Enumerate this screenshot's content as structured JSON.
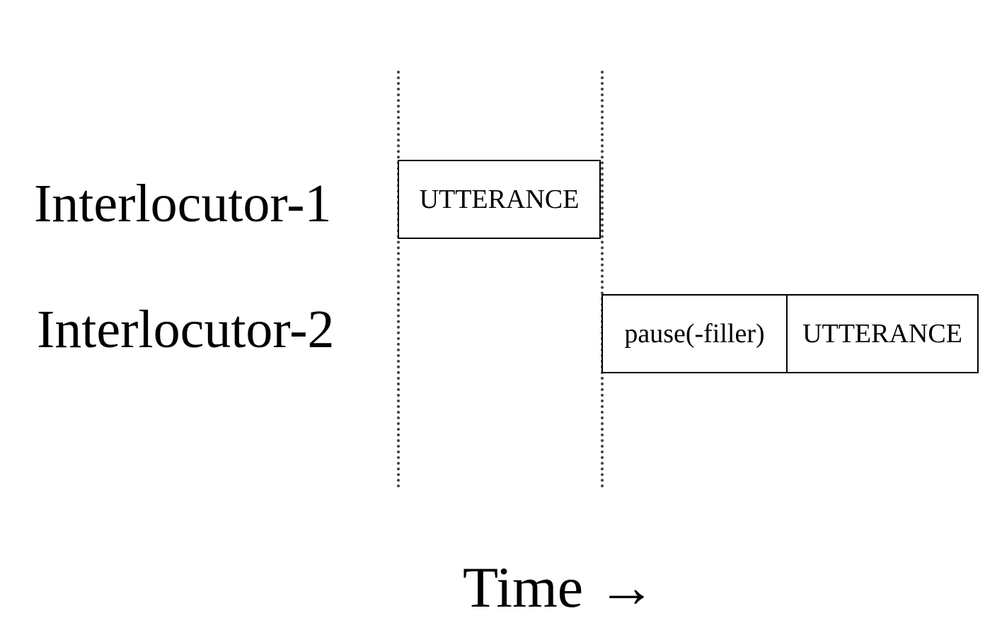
{
  "interlocutors": {
    "first": "Interlocutor-1",
    "second": "Interlocutor-2"
  },
  "segments": {
    "first_utterance": "UTTERANCE",
    "pause": "pause(-filler)",
    "second_utterance": "UTTERANCE"
  },
  "time_axis": {
    "label": "Time →"
  }
}
